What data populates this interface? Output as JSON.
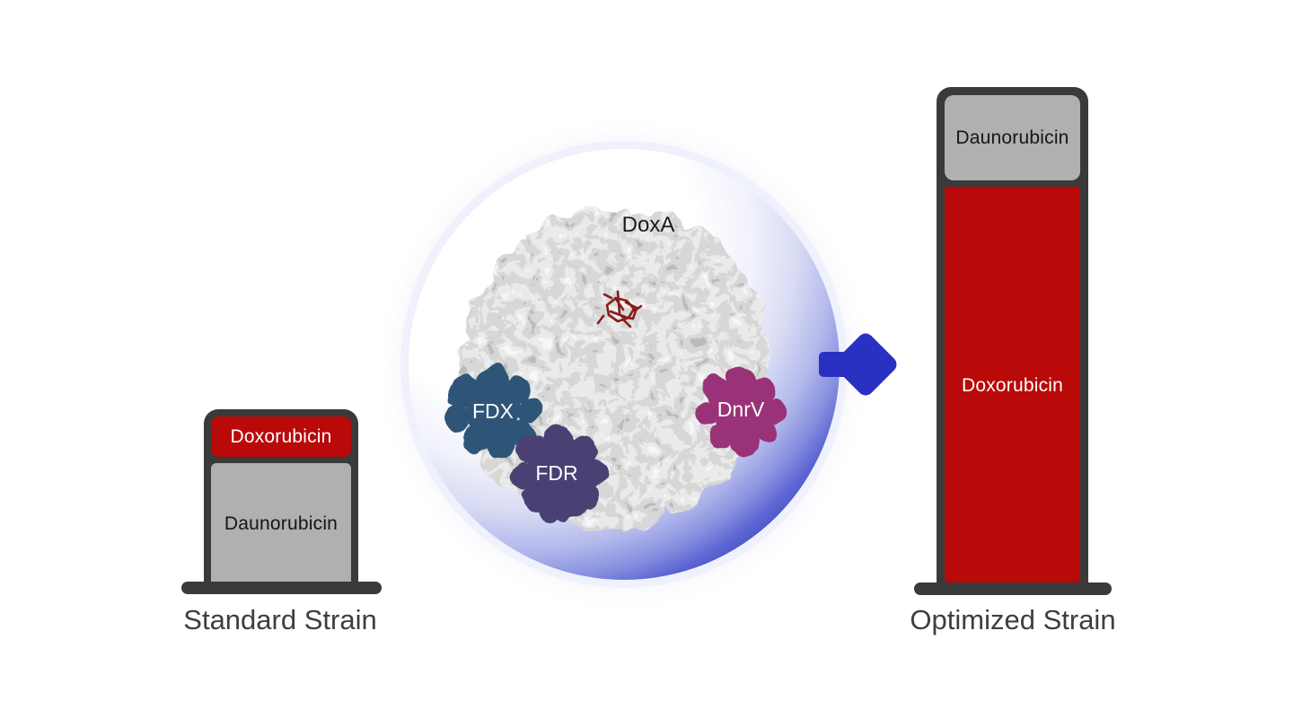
{
  "bars": {
    "standard": {
      "caption": "Standard Strain",
      "doxorubicin_label": "Doxorubicin",
      "daunorubicin_label": "Daunorubicin"
    },
    "optimized": {
      "caption": "Optimized Strain",
      "daunorubicin_label": "Daunorubicin",
      "doxorubicin_label": "Doxorubicin"
    }
  },
  "enzymes": {
    "doxa": "DoxA",
    "fdx": "FDX",
    "fdr": "FDR",
    "dnrv": "DnrV"
  },
  "colors": {
    "doxorubicin_red": "#b90909",
    "daunorubicin_gray": "#b1afaf",
    "outline_dark": "#3a3a3a",
    "arrow_blue": "#2a30c2",
    "circle_blue": "#4c56ca",
    "fdx_blue": "#2d5577",
    "fdr_purple": "#4a4073",
    "dnrv_magenta": "#9a3079",
    "ligand_red": "#8a1a1a"
  }
}
